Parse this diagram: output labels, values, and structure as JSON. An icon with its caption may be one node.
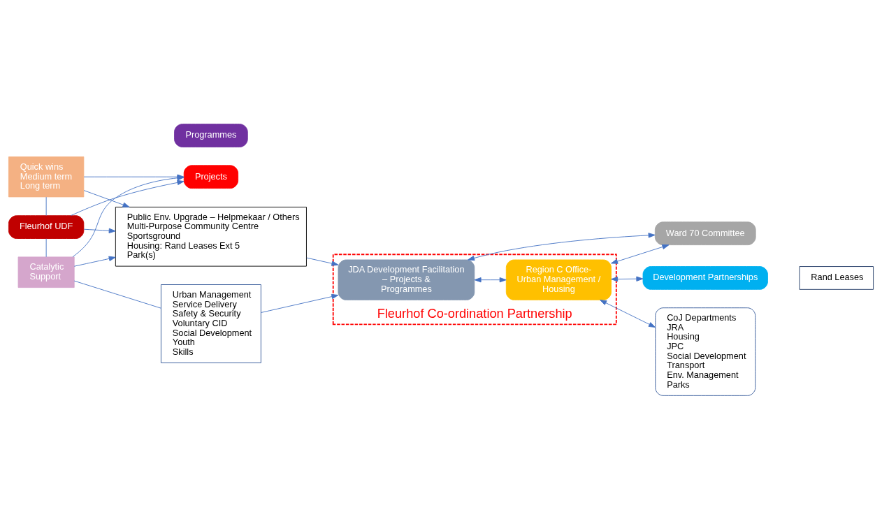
{
  "diagram": {
    "nodes": [
      {
        "text": [
          "Quick wins",
          "Medium term",
          "Long term"
        ]
      },
      {
        "text": [
          "Fleurhof UDF"
        ]
      },
      {
        "text": [
          "Catalytic",
          "Support"
        ]
      },
      {
        "text": [
          "Projects"
        ]
      },
      {
        "text": [
          "Public Env. Upgrade – Helpmekaar / Others",
          "Multi-Purpose Community Centre",
          "Sportsground",
          "Housing: Rand Leases Ext 5",
          "Park(s)"
        ]
      },
      {
        "text": [
          "Programmes"
        ]
      },
      {
        "text": [
          "Urban Management",
          "Service Delivery",
          "Safety & Security",
          "Voluntary CID",
          "Social Development",
          "Youth",
          "Skills"
        ]
      },
      {
        "text": [
          "Ward 70 Committee"
        ]
      },
      {
        "text": [
          "Fleurhof Co-ordination Partnership"
        ]
      },
      {
        "text": [
          "JDA Development Facilitation – Projects & Programmes"
        ],
        "in": 8
      },
      {
        "text": [
          "Region C Office- Urban Management / Housing"
        ],
        "in": 8
      },
      {
        "text": [
          "CoJ Departments",
          "JRA",
          "Housing",
          "JPC",
          "Social Development",
          "Transport",
          "Env. Management",
          "Parks"
        ]
      },
      {
        "text": [
          "Development Partnerships"
        ]
      },
      {
        "text": [
          "Rand Leases"
        ]
      }
    ],
    "edges": [
      {
        "from": 0,
        "to": 1,
        "arrow": "none"
      },
      {
        "from": 1,
        "to": 2,
        "arrow": "none"
      },
      {
        "from": 0,
        "to": 3,
        "arrow": "to"
      },
      {
        "from": 1,
        "to": 3,
        "arrow": "to"
      },
      {
        "from": 2,
        "to": 3,
        "arrow": "to"
      },
      {
        "from": 0,
        "to": 4,
        "arrow": "to"
      },
      {
        "from": 1,
        "to": 4,
        "arrow": "to"
      },
      {
        "from": 2,
        "to": 4,
        "arrow": "to"
      },
      {
        "from": 2,
        "to": 6,
        "arrow": "none"
      },
      {
        "from": 4,
        "to": 9,
        "arrow": "to"
      },
      {
        "from": 6,
        "to": 9,
        "arrow": "to"
      },
      {
        "from": 9,
        "to": 7,
        "arrow": "both"
      },
      {
        "from": 10,
        "to": 7,
        "arrow": "both"
      },
      {
        "from": 9,
        "to": 10,
        "arrow": "both"
      },
      {
        "from": 10,
        "to": 11,
        "arrow": "both"
      },
      {
        "from": 10,
        "to": 12,
        "arrow": "both"
      }
    ]
  }
}
